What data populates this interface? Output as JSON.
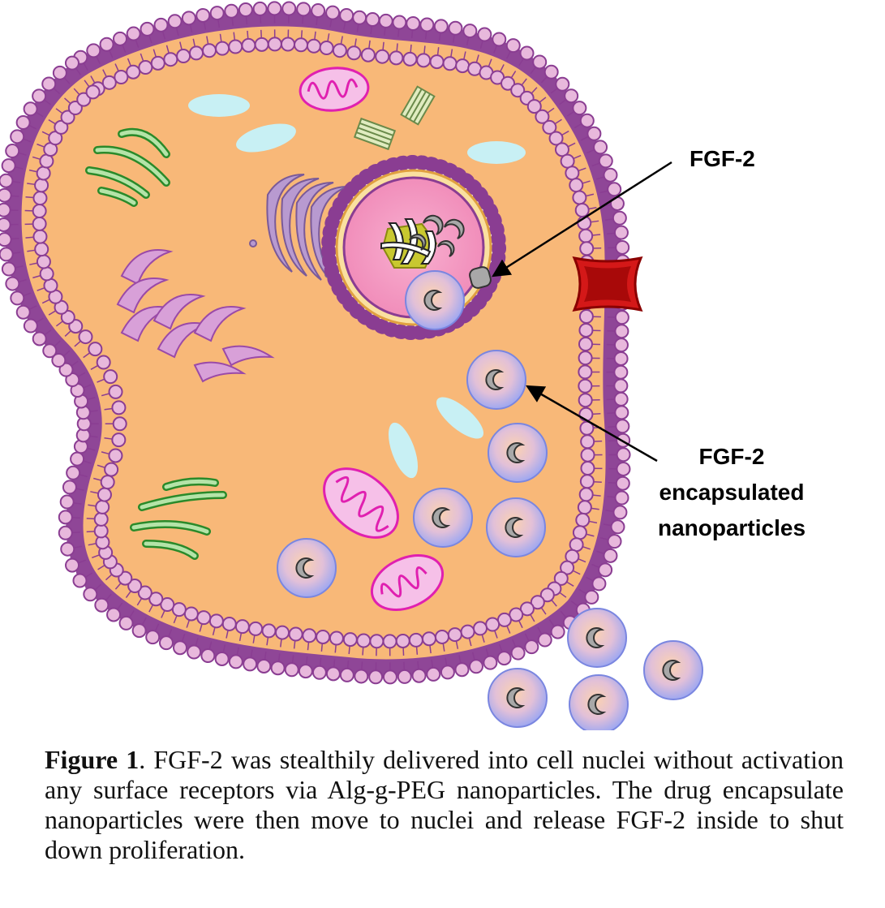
{
  "labels": {
    "fgf2": "FGF-2",
    "nanoparticles_line1": "FGF-2",
    "nanoparticles_line2": "encapsulated",
    "nanoparticles_line3": "nanoparticles"
  },
  "caption": {
    "prefix": "Figure 1",
    "text": ". FGF-2 was stealthily delivered into cell nuclei without activation any surface receptors via Alg-g-PEG nanoparticles. The drug encapsulate nanoparticles were then move to nuclei and release FGF-2 inside to shut down proliferation."
  },
  "colors": {
    "cytoplasm": "#f8b878",
    "membrane_head": "#e8b8dc",
    "membrane_stroke": "#8a3d92",
    "nucleus": "#f4a0c8",
    "nuclear_envelope": "#e0a040",
    "receptor": "#c01818",
    "nanoparticle": "#a8b0f0",
    "payload": "#a8a8a8",
    "vacuole": "#c8f0f4",
    "mitochondria": "#e020b0",
    "er_green": "#2a8a2a",
    "golgi": "#9a78b8",
    "rough_er": "#b870c0"
  }
}
